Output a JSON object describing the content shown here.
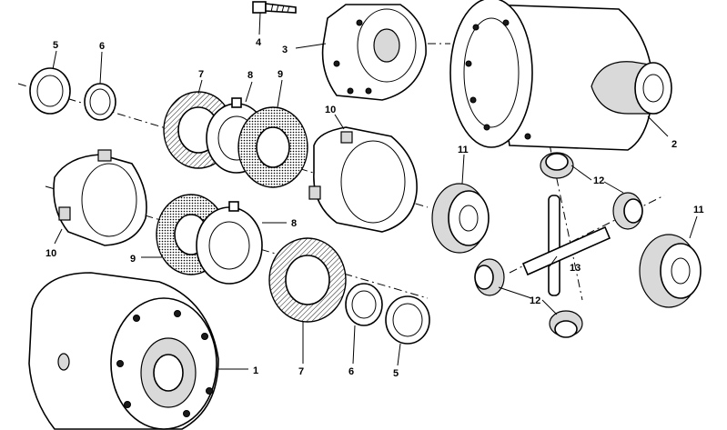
{
  "callouts": {
    "c1": "1",
    "c2": "2",
    "c3": "3",
    "c4": "4",
    "c5a": "5",
    "c5b": "5",
    "c6a": "6",
    "c6b": "6",
    "c7a": "7",
    "c7b": "7",
    "c8a": "8",
    "c8b": "8",
    "c9a": "9",
    "c9b": "9",
    "c10a": "10",
    "c10b": "10",
    "c11a": "11",
    "c11b": "11",
    "c12a": "12",
    "c12b": "12",
    "c13": "13"
  }
}
